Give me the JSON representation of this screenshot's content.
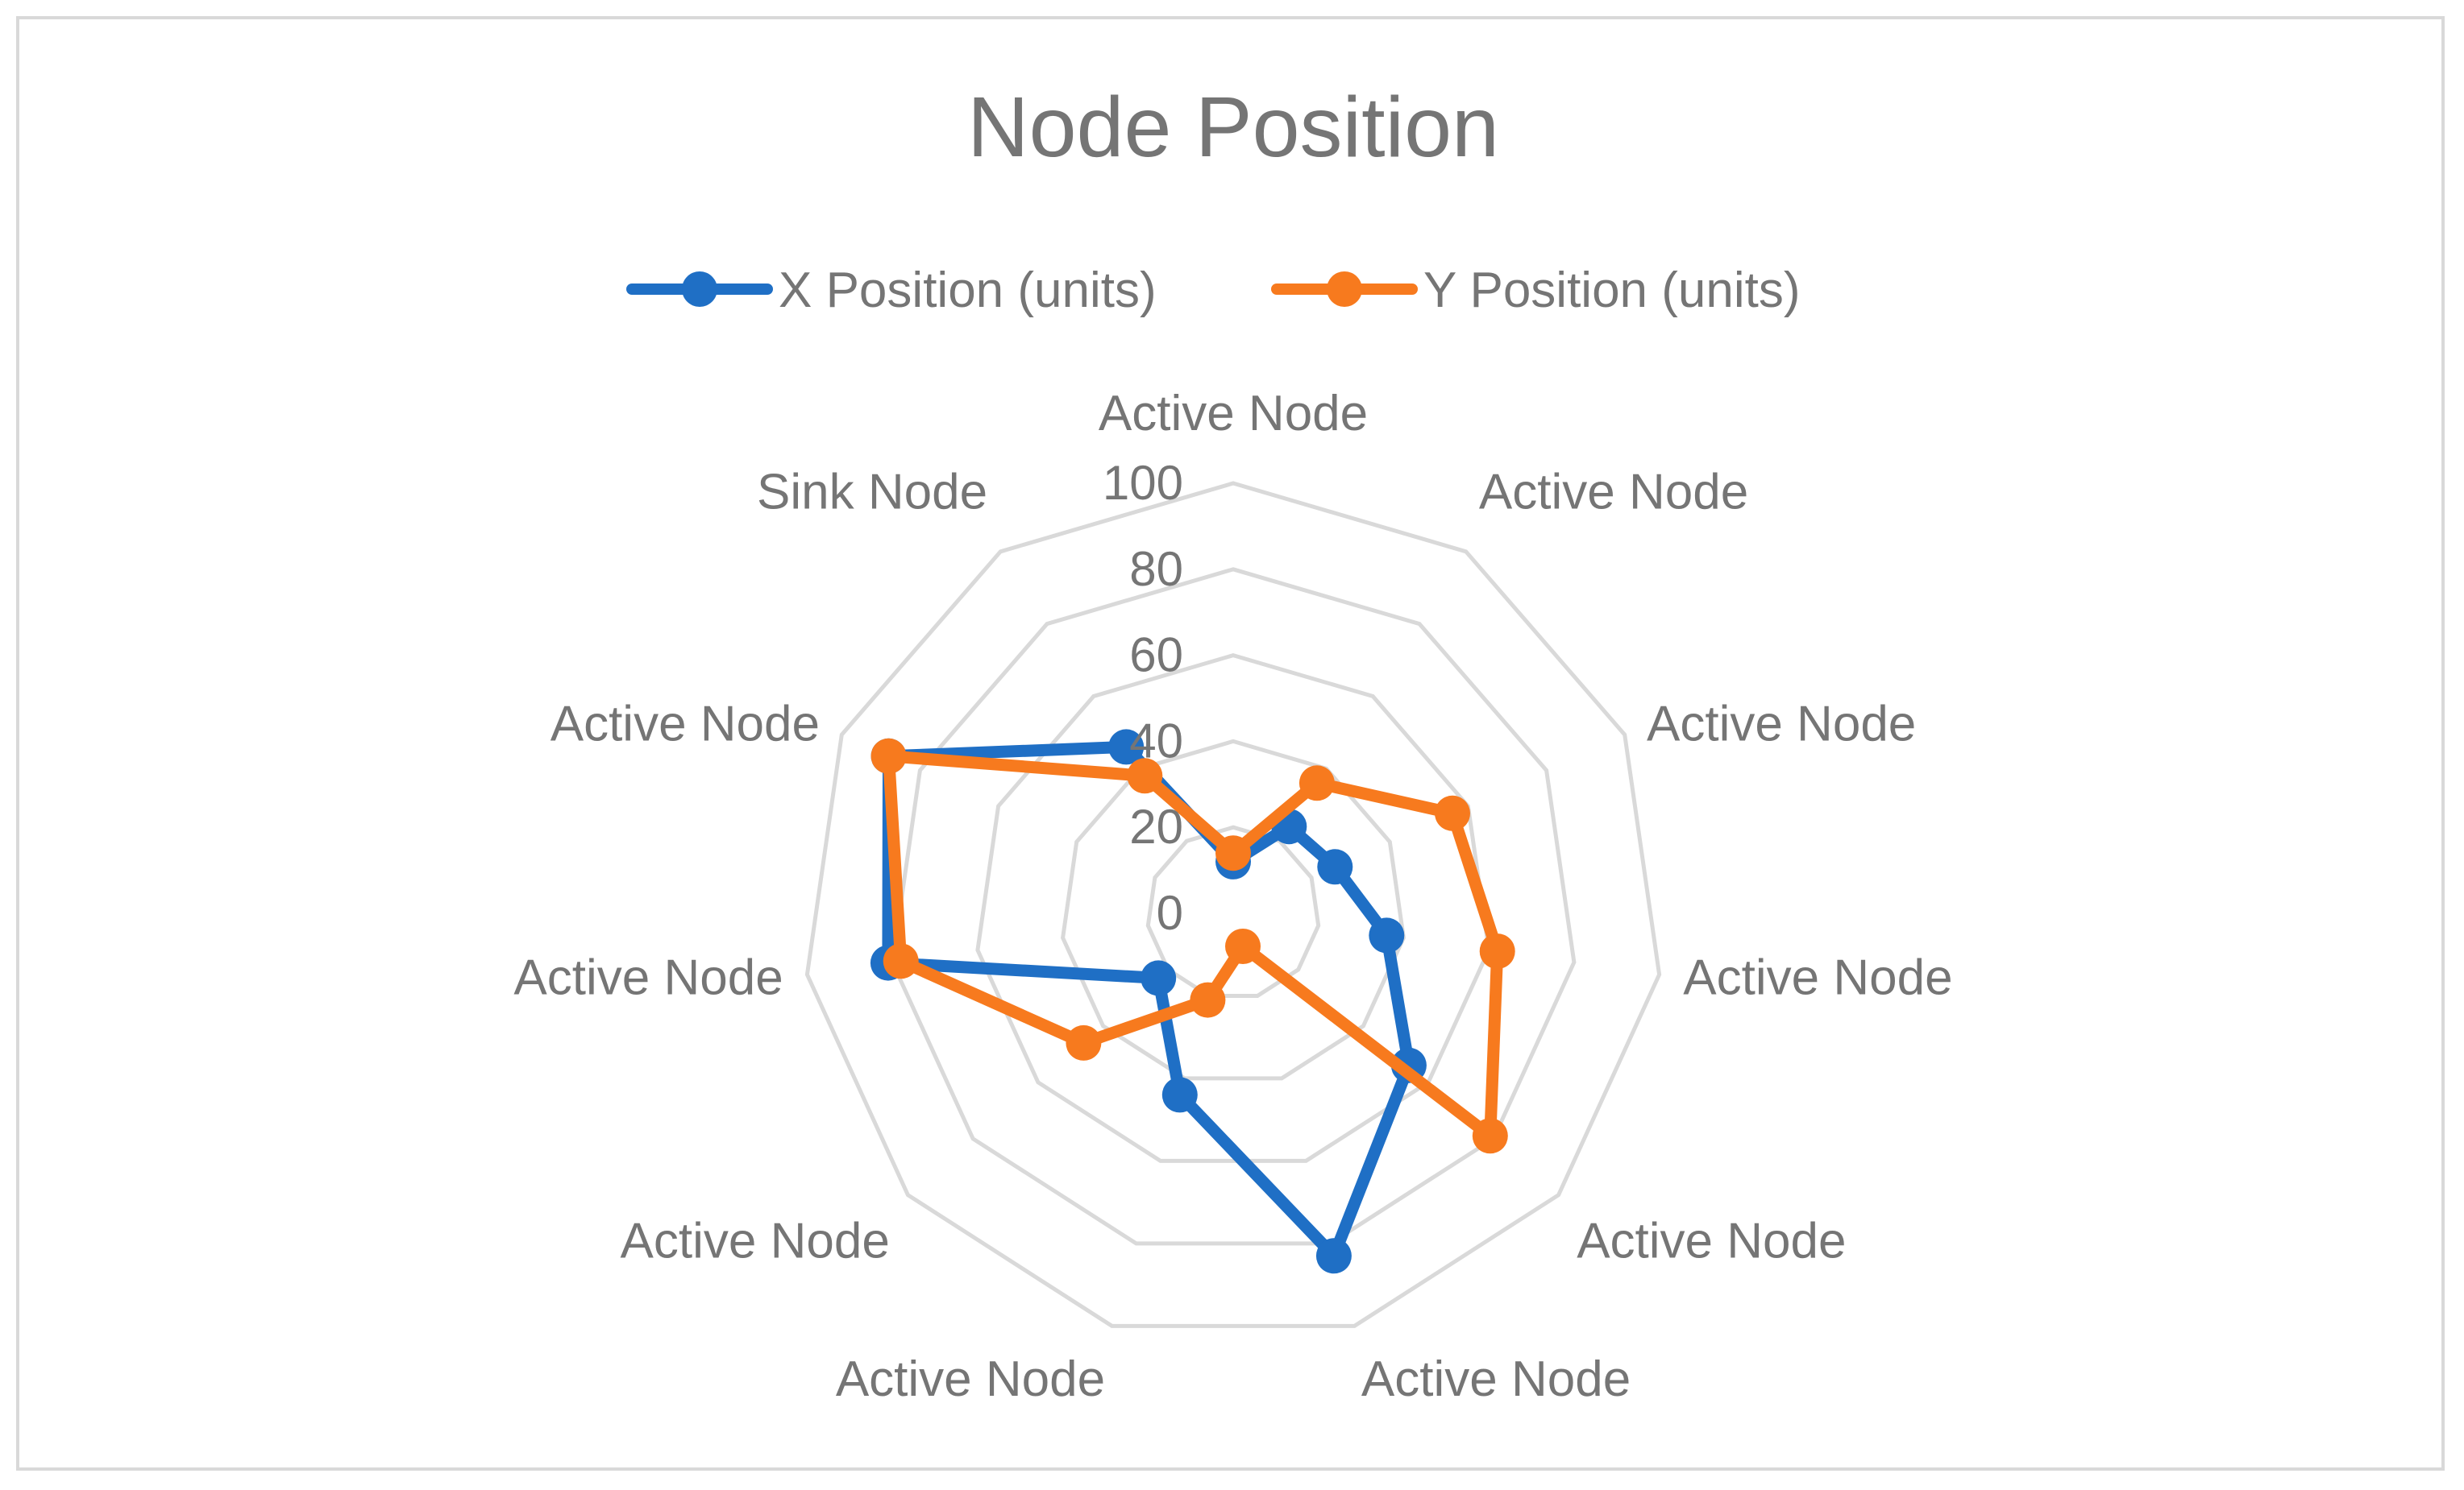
{
  "chart_data": {
    "type": "radar",
    "title": "Node Position",
    "categories": [
      "Active Node",
      "Active Node",
      "Active Node",
      "Active Node",
      "Active Node",
      "Active Node",
      "Active Node",
      "Active Node",
      "Active Node",
      "Active Node",
      "Sink Node"
    ],
    "series": [
      {
        "name": "X Position (units)",
        "color": "#1f6fc5",
        "values": [
          12,
          24,
          26,
          36,
          54,
          83,
          44,
          23,
          81,
          88,
          46
        ]
      },
      {
        "name": "Y Position (units)",
        "color": "#f77a1e",
        "values": [
          14,
          36,
          56,
          62,
          79,
          8,
          21,
          46,
          78,
          88,
          38
        ]
      }
    ],
    "rlim": [
      0,
      100
    ],
    "ticks": [
      "0",
      "20",
      "40",
      "60",
      "80",
      "100"
    ],
    "grid": true,
    "legend_position": "top"
  }
}
